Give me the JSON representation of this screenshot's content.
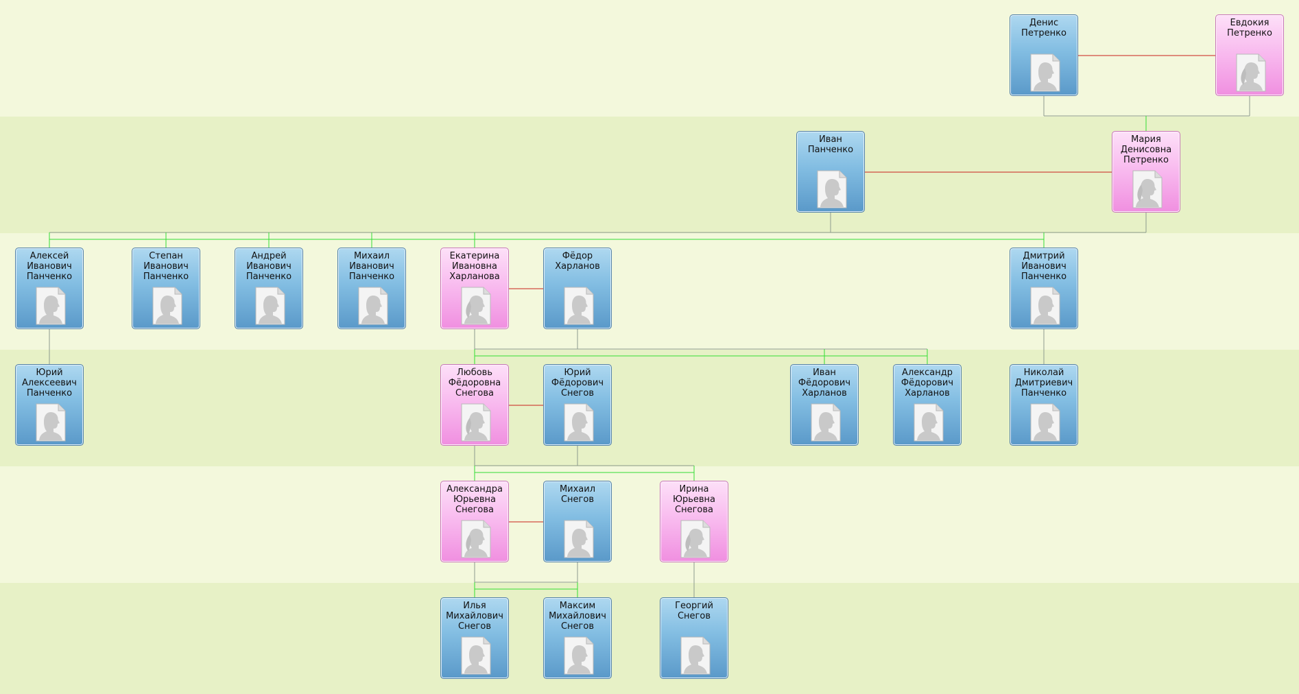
{
  "people": [
    {
      "id": "denis",
      "gender": "male",
      "name": "Денис\nПетренко"
    },
    {
      "id": "evdokiya",
      "gender": "female",
      "name": "Евдокия\nПетренко"
    },
    {
      "id": "ivan",
      "gender": "male",
      "name": "Иван\nПанченко"
    },
    {
      "id": "mariya",
      "gender": "female",
      "name": "Мария\nДенисовна\nПетренко"
    },
    {
      "id": "aleksey",
      "gender": "male",
      "name": "Алексей\nИванович\nПанченко"
    },
    {
      "id": "stepan",
      "gender": "male",
      "name": "Степан\nИванович\nПанченко"
    },
    {
      "id": "andrey",
      "gender": "male",
      "name": "Андрей\nИванович\nПанченко"
    },
    {
      "id": "mikhail_i",
      "gender": "male",
      "name": "Михаил\nИванович\nПанченко"
    },
    {
      "id": "ekaterina",
      "gender": "female",
      "name": "Екатерина\nИвановна\nХарланова"
    },
    {
      "id": "fedor",
      "gender": "male",
      "name": "Фёдор\nХарланов"
    },
    {
      "id": "dmitriy",
      "gender": "male",
      "name": "Дмитрий\nИванович\nПанченко"
    },
    {
      "id": "yuriy_a",
      "gender": "male",
      "name": "Юрий\nАлексеевич\nПанченко"
    },
    {
      "id": "lyubov",
      "gender": "female",
      "name": "Любовь\nФёдоровна\nСнегова"
    },
    {
      "id": "yuriy_f",
      "gender": "male",
      "name": "Юрий\nФёдорович\nСнегов"
    },
    {
      "id": "ivan_f",
      "gender": "male",
      "name": "Иван\nФёдорович\nХарланов"
    },
    {
      "id": "aleksandr_f",
      "gender": "male",
      "name": "Александр\nФёдорович\nХарланов"
    },
    {
      "id": "nikolay",
      "gender": "male",
      "name": "Николай\nДмитриевич\nПанченко"
    },
    {
      "id": "aleksandra",
      "gender": "female",
      "name": "Александра\nЮрьевна\nСнегова"
    },
    {
      "id": "mikhail_s",
      "gender": "male",
      "name": "Михаил\nСнегов"
    },
    {
      "id": "irina",
      "gender": "female",
      "name": "Ирина\nЮрьевна\nСнегова"
    },
    {
      "id": "ilya",
      "gender": "male",
      "name": "Илья\nМихайлович\nСнегов"
    },
    {
      "id": "maksim",
      "gender": "male",
      "name": "Максим\nМихайлович\nСнегов"
    },
    {
      "id": "georgiy",
      "gender": "male",
      "name": "Георгий\nСнегов"
    }
  ],
  "colors": {
    "marriage_line": "#c8201a",
    "child_line": "#33dd33",
    "parent_line": "#8e9a8e"
  }
}
